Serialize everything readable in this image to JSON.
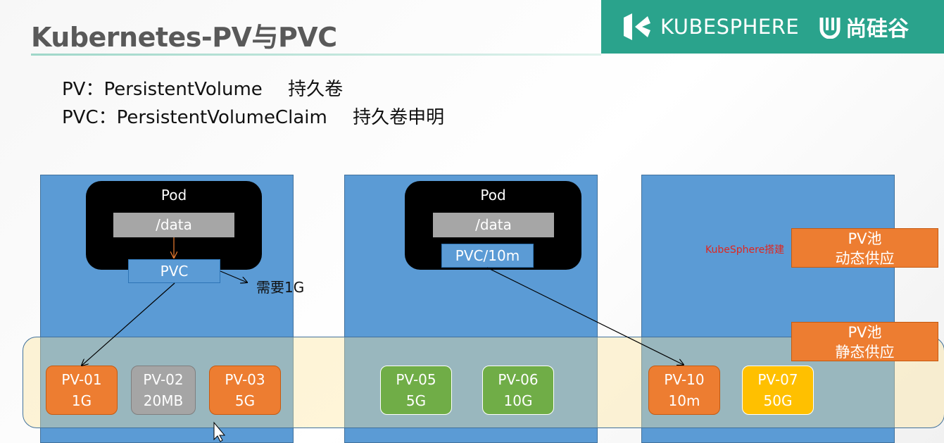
{
  "header": {
    "title": "Kubernetes-PV与PVC",
    "brand_name": "KUBESPHERE",
    "brand_cn": "尚硅谷"
  },
  "definitions": [
    {
      "term": "PV：PersistentVolume",
      "meaning": "持久卷"
    },
    {
      "term": "PVC：PersistentVolumeClaim",
      "meaning": "持久卷申明"
    }
  ],
  "pods": [
    {
      "label": "Pod",
      "mount": "/data",
      "claim": "PVC"
    },
    {
      "label": "Pod",
      "mount": "/data",
      "claim": "PVC/10m"
    }
  ],
  "annotations": {
    "need": "需要1G",
    "kubesphere_build": "KubeSphere搭建"
  },
  "pools": [
    {
      "name": "PV池",
      "kind": "动态供应"
    },
    {
      "name": "PV池",
      "kind": "静态供应"
    }
  ],
  "pvs": [
    {
      "name": "PV-01",
      "size": "1G"
    },
    {
      "name": "PV-02",
      "size": "20MB"
    },
    {
      "name": "PV-03",
      "size": "5G"
    },
    {
      "name": "PV-05",
      "size": "5G"
    },
    {
      "name": "PV-06",
      "size": "10G"
    },
    {
      "name": "PV-10",
      "size": "10m"
    },
    {
      "name": "PV-07",
      "size": "50G"
    }
  ],
  "colors": {
    "brand": "#2aa38c",
    "column_blue": "#5b9bd5",
    "pv_orange": "#ed7d31",
    "pv_gray": "#a5a5a5",
    "pv_green": "#70ad47",
    "pv_yellow": "#ffc000",
    "tray": "#ffe699"
  }
}
